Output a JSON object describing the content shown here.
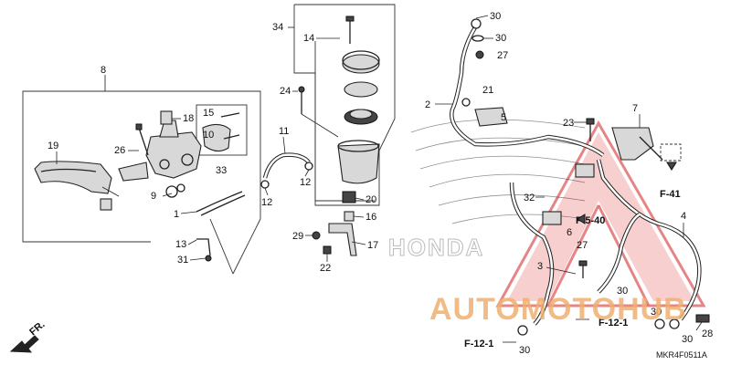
{
  "diagram": {
    "code": "MKR4F0511A",
    "direction_label": "FR.",
    "watermark": {
      "text": "AUTOMOTOHUB",
      "text_color": "#f0b070"
    },
    "brand_outline_text": "HONDA",
    "callouts": [
      {
        "id": "c8",
        "label": "8"
      },
      {
        "id": "c19",
        "label": "19"
      },
      {
        "id": "c26",
        "label": "26"
      },
      {
        "id": "c18",
        "label": "18"
      },
      {
        "id": "c15",
        "label": "15"
      },
      {
        "id": "c10",
        "label": "10"
      },
      {
        "id": "c33",
        "label": "33"
      },
      {
        "id": "c9",
        "label": "9"
      },
      {
        "id": "c1",
        "label": "1"
      },
      {
        "id": "c12a",
        "label": "12"
      },
      {
        "id": "c11",
        "label": "11"
      },
      {
        "id": "c12b",
        "label": "12"
      },
      {
        "id": "c34",
        "label": "34"
      },
      {
        "id": "c14",
        "label": "14"
      },
      {
        "id": "c24",
        "label": "24"
      },
      {
        "id": "c20",
        "label": "20"
      },
      {
        "id": "c16",
        "label": "16"
      },
      {
        "id": "c29",
        "label": "29"
      },
      {
        "id": "c17",
        "label": "17"
      },
      {
        "id": "c22",
        "label": "22"
      },
      {
        "id": "c13",
        "label": "13"
      },
      {
        "id": "c31",
        "label": "31"
      },
      {
        "id": "c30a",
        "label": "30"
      },
      {
        "id": "c30b",
        "label": "30"
      },
      {
        "id": "c27a",
        "label": "27"
      },
      {
        "id": "c21",
        "label": "21"
      },
      {
        "id": "c2",
        "label": "2"
      },
      {
        "id": "c5",
        "label": "5"
      },
      {
        "id": "c23",
        "label": "23"
      },
      {
        "id": "c7",
        "label": "7"
      },
      {
        "id": "c32",
        "label": "32"
      },
      {
        "id": "c6",
        "label": "6"
      },
      {
        "id": "c27b",
        "label": "27"
      },
      {
        "id": "c3",
        "label": "3"
      },
      {
        "id": "c30c",
        "label": "30"
      },
      {
        "id": "c4",
        "label": "4"
      },
      {
        "id": "c30d",
        "label": "30"
      },
      {
        "id": "c30e",
        "label": "30"
      },
      {
        "id": "c28",
        "label": "28"
      },
      {
        "id": "c30f",
        "label": "30"
      }
    ],
    "references": [
      {
        "id": "r1",
        "label": "F-41"
      },
      {
        "id": "r2",
        "label": "F-5-40"
      },
      {
        "id": "r3",
        "label": "F-12-1"
      },
      {
        "id": "r4",
        "label": "F-12-1"
      }
    ]
  }
}
